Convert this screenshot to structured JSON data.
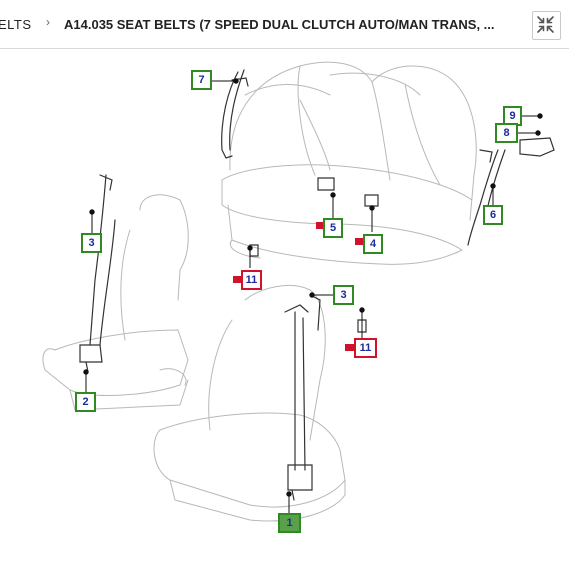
{
  "breadcrumb": {
    "previous": "ELTS",
    "separator": "›",
    "title": "A14.035 SEAT BELTS (7 SPEED DUAL CLUTCH AUTO/MAN TRANS, ..."
  },
  "icons": {
    "collapse": "collapse-arrows-icon"
  },
  "colors": {
    "callout_green": "#2f8a21",
    "callout_red": "#d0122a",
    "callout_text": "#1d2b9c",
    "active_fill": "#58a04a"
  },
  "callouts": [
    {
      "label": "7"
    },
    {
      "label": "9"
    },
    {
      "label": "8"
    },
    {
      "label": "3"
    },
    {
      "label": "5"
    },
    {
      "label": "4"
    },
    {
      "label": "6"
    },
    {
      "label": "11"
    },
    {
      "label": "3"
    },
    {
      "label": "11"
    },
    {
      "label": "2"
    },
    {
      "label": "1"
    }
  ]
}
